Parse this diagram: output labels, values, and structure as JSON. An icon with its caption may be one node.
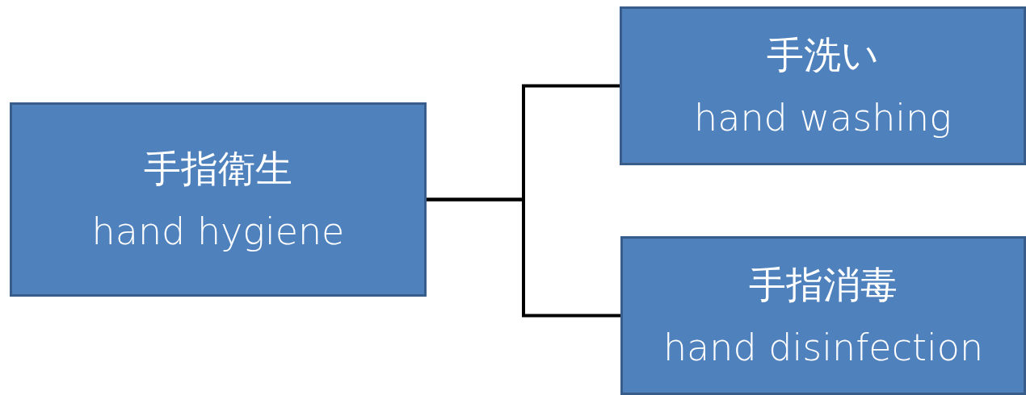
{
  "diagram": {
    "nodes": [
      {
        "text": [
          "手指衛生",
          "hand hygiene"
        ]
      },
      {
        "text": [
          "手洗い",
          "hand washing"
        ]
      },
      {
        "text": [
          "手指消毒",
          "hand disinfection"
        ]
      }
    ],
    "edges": [
      {
        "from": 0,
        "to": 1,
        "arrow": "none"
      },
      {
        "from": 0,
        "to": 2,
        "arrow": "none"
      }
    ]
  }
}
